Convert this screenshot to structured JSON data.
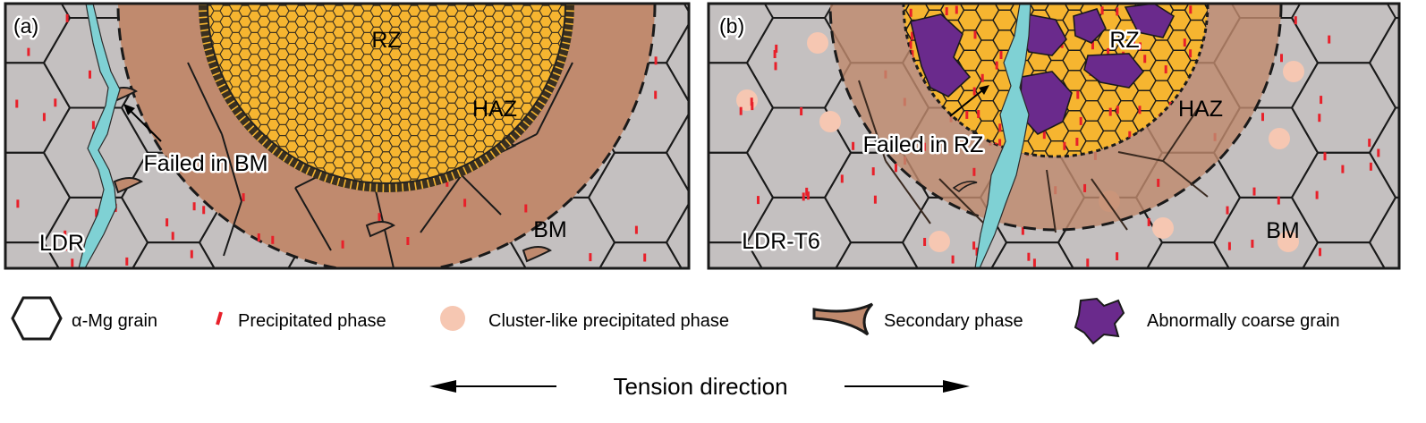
{
  "panels": [
    {
      "tag": "(a)",
      "sample": "LDR",
      "zones": {
        "rz": "RZ",
        "haz": "HAZ",
        "bm": "BM"
      },
      "failure": "Failed in BM"
    },
    {
      "tag": "(b)",
      "sample": "LDR-T6",
      "zones": {
        "rz": "RZ",
        "haz": "HAZ",
        "bm": "BM"
      },
      "failure": "Failed in RZ"
    }
  ],
  "legend": {
    "grain": "α-Mg grain",
    "precipitate": "Precipitated phase",
    "cluster": "Cluster-like precipitated phase",
    "secondary": "Secondary phase",
    "coarse": "Abnormally coarse grain"
  },
  "tension_label": "Tension direction",
  "colors": {
    "bm_grain": "#c4c0c0",
    "haz": "#c08a6e",
    "rz_fill": "#f6b530",
    "crack": "#7fd1d4",
    "precipitate": "#e8202a",
    "cluster": "#f6c7b2",
    "coarse": "#6a2a8c"
  }
}
